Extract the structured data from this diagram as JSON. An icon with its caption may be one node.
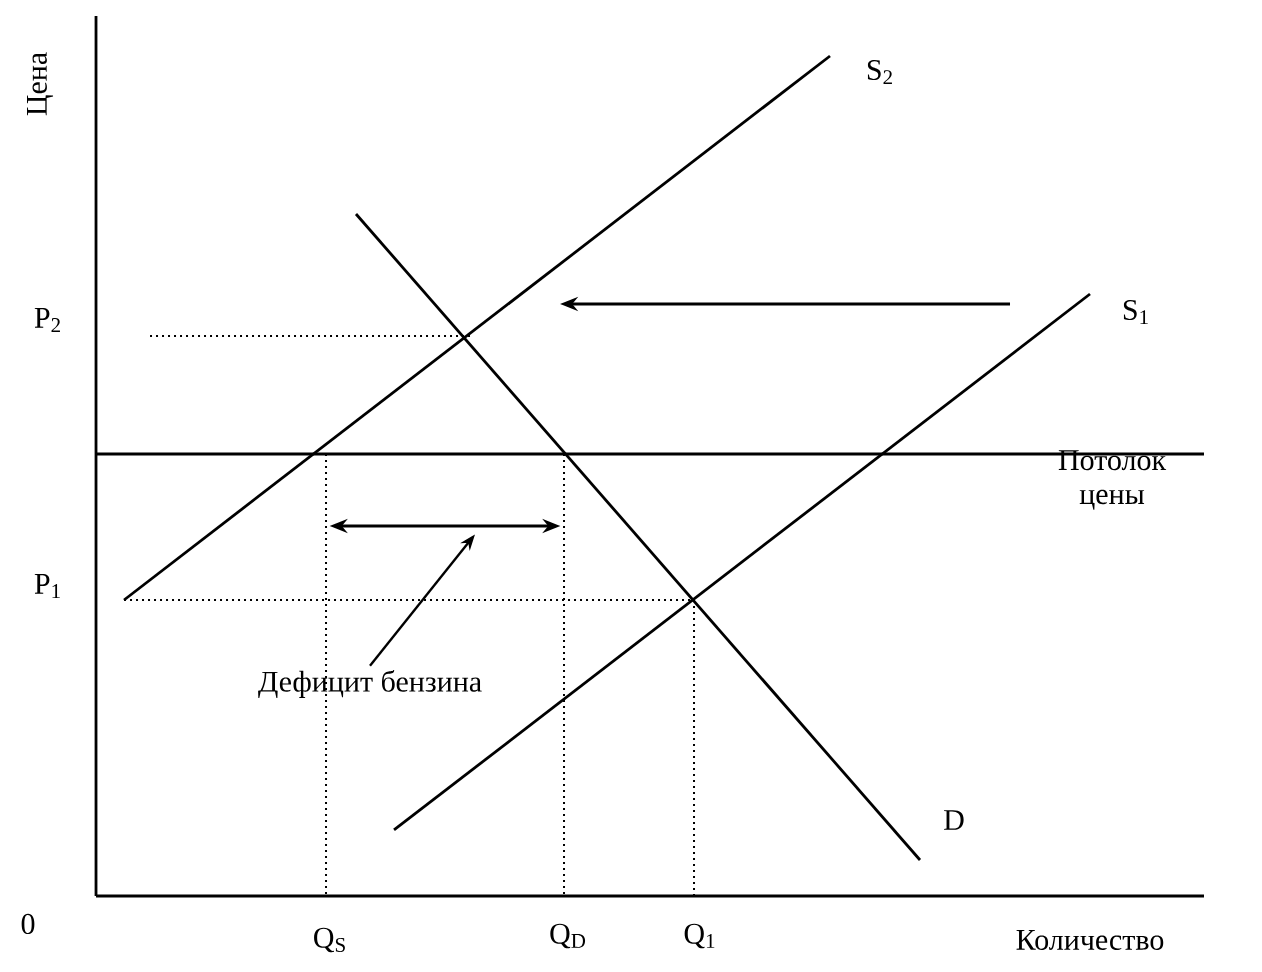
{
  "diagram": {
    "nodes": [
      {
        "text": [
          "Дефицит бензина"
        ]
      },
      {
        "text": [],
        "shape": "arrow"
      }
    ],
    "edges": [
      {
        "from": 0,
        "to": 1,
        "arrow": "to"
      }
    ],
    "labels": [
      "Цена",
      "S$_{2}$",
      "P$_{2}$",
      "S$_{1}$",
      "Потолок цены",
      "P$_{1}$",
      "D",
      "0",
      "Q$_{S}$",
      "Q$_{D}$",
      "Q$_{1}$",
      "Количество"
    ]
  }
}
